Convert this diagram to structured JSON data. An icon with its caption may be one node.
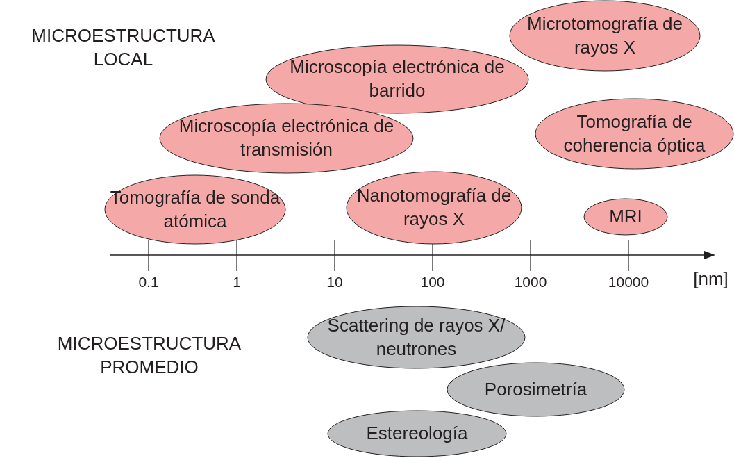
{
  "diagram": {
    "nodes": [
      {
        "text": [
          "Microtomografía de rayos X"
        ]
      },
      {
        "text": [
          "Microscopía electrónica de barrido"
        ]
      },
      {
        "text": [
          "Microscopía electrónica de transmisión"
        ]
      },
      {
        "text": [
          "Tomografía de coherencia óptica"
        ]
      },
      {
        "text": [
          "Tomografía de sonda atómica"
        ]
      },
      {
        "text": [
          "Nanotomografía de rayos X"
        ]
      },
      {
        "text": [
          "MRI"
        ]
      },
      {
        "text": [
          "Scattering de rayos X/ neutrones"
        ]
      },
      {
        "text": [
          "Porosimetría"
        ]
      },
      {
        "text": [
          "Estereología"
        ]
      }
    ],
    "labels": [
      "MICROESTRUCTURA LOCAL",
      "0.1",
      "1",
      "10",
      "100",
      "1000",
      "10000",
      "[nm]",
      "MICROESTRUCTURA PROMEDIO"
    ]
  }
}
